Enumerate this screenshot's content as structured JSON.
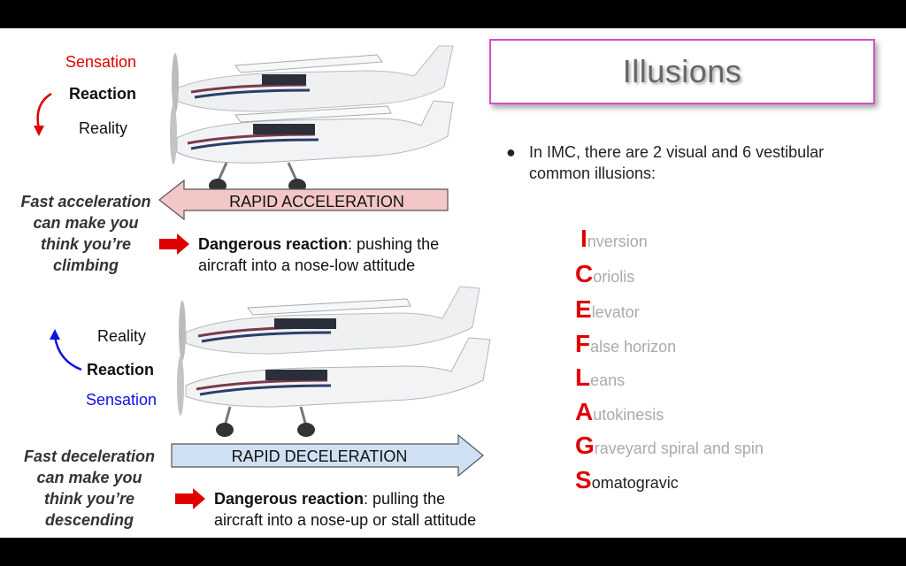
{
  "top_section": {
    "sensation": "Sensation",
    "reaction": "Reaction",
    "reality": "Reality",
    "fast_text_lines": [
      "Fast acceleration",
      "can make you",
      "think you’re",
      "climbing"
    ],
    "arrow_label": "RAPID ACCELERATION",
    "danger_bold": "Dangerous reaction",
    "danger_rest_1": ": pushing the",
    "danger_rest_2": "aircraft into a nose-low attitude"
  },
  "bottom_section": {
    "reality": "Reality",
    "reaction": "Reaction",
    "sensation": "Sensation",
    "fast_text_lines": [
      "Fast deceleration",
      "can make you",
      "think you’re",
      "descending"
    ],
    "arrow_label": "RAPID DECELERATION",
    "danger_bold": "Dangerous reaction",
    "danger_rest_1": ": pulling the",
    "danger_rest_2": "aircraft into a nose-up or stall attitude"
  },
  "title": "Illusions",
  "bullet_text": "In IMC, there are 2 visual and 6 vestibular common illusions:",
  "acronym": [
    {
      "letter": "I",
      "rest": "nversion",
      "dark": false
    },
    {
      "letter": "C",
      "rest": "oriolis",
      "dark": false
    },
    {
      "letter": "E",
      "rest": "levator",
      "dark": false
    },
    {
      "letter": "F",
      "rest": "alse horizon",
      "dark": false
    },
    {
      "letter": "L",
      "rest": "eans",
      "dark": false
    },
    {
      "letter": "A",
      "rest": "utokinesis",
      "dark": false
    },
    {
      "letter": "G",
      "rest": "raveyard spiral and spin",
      "dark": false
    },
    {
      "letter": "S",
      "rest": "omatogravic",
      "dark": true
    }
  ],
  "colors": {
    "sensation_top": "#e00000",
    "sensation_bottom": "#1010e0",
    "accel_arrow_fill": "#f4c7c7",
    "decel_arrow_fill": "#cfe0f2",
    "title_border": "#d24fcf",
    "acronym_letter": "#e00000"
  }
}
